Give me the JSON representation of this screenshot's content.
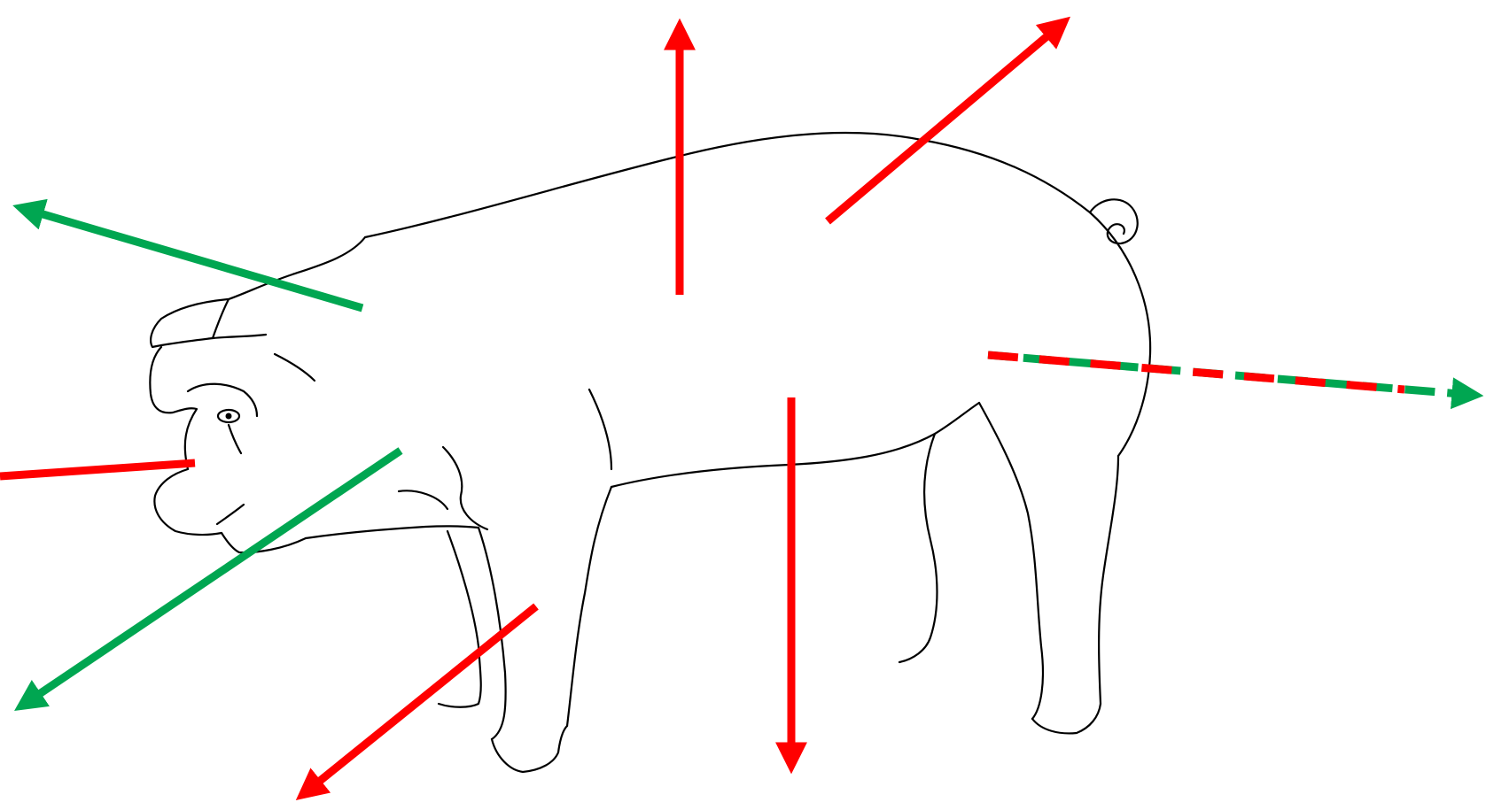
{
  "diagram": {
    "subject_icon": "pig-outline-icon",
    "colors": {
      "red": "#ff0000",
      "green": "#00a651",
      "outline": "#000000",
      "background": "#ffffff"
    },
    "arrow_count": 8,
    "arrows": [
      {
        "name": "arrow-up-red",
        "color": "red",
        "style": "solid",
        "head": true
      },
      {
        "name": "arrow-up-right-red",
        "color": "red",
        "style": "solid",
        "head": true
      },
      {
        "name": "arrow-left-up-green",
        "color": "green",
        "style": "solid",
        "head": true
      },
      {
        "name": "line-snout-red",
        "color": "red",
        "style": "solid",
        "head": false
      },
      {
        "name": "arrow-down-left-green",
        "color": "green",
        "style": "solid",
        "head": true
      },
      {
        "name": "arrow-down-left-red",
        "color": "red",
        "style": "solid",
        "head": true
      },
      {
        "name": "arrow-down-red",
        "color": "red",
        "style": "solid",
        "head": true
      },
      {
        "name": "arrow-right-dashed-red-green",
        "color": "red-green",
        "style": "dashed",
        "head": true
      }
    ]
  }
}
